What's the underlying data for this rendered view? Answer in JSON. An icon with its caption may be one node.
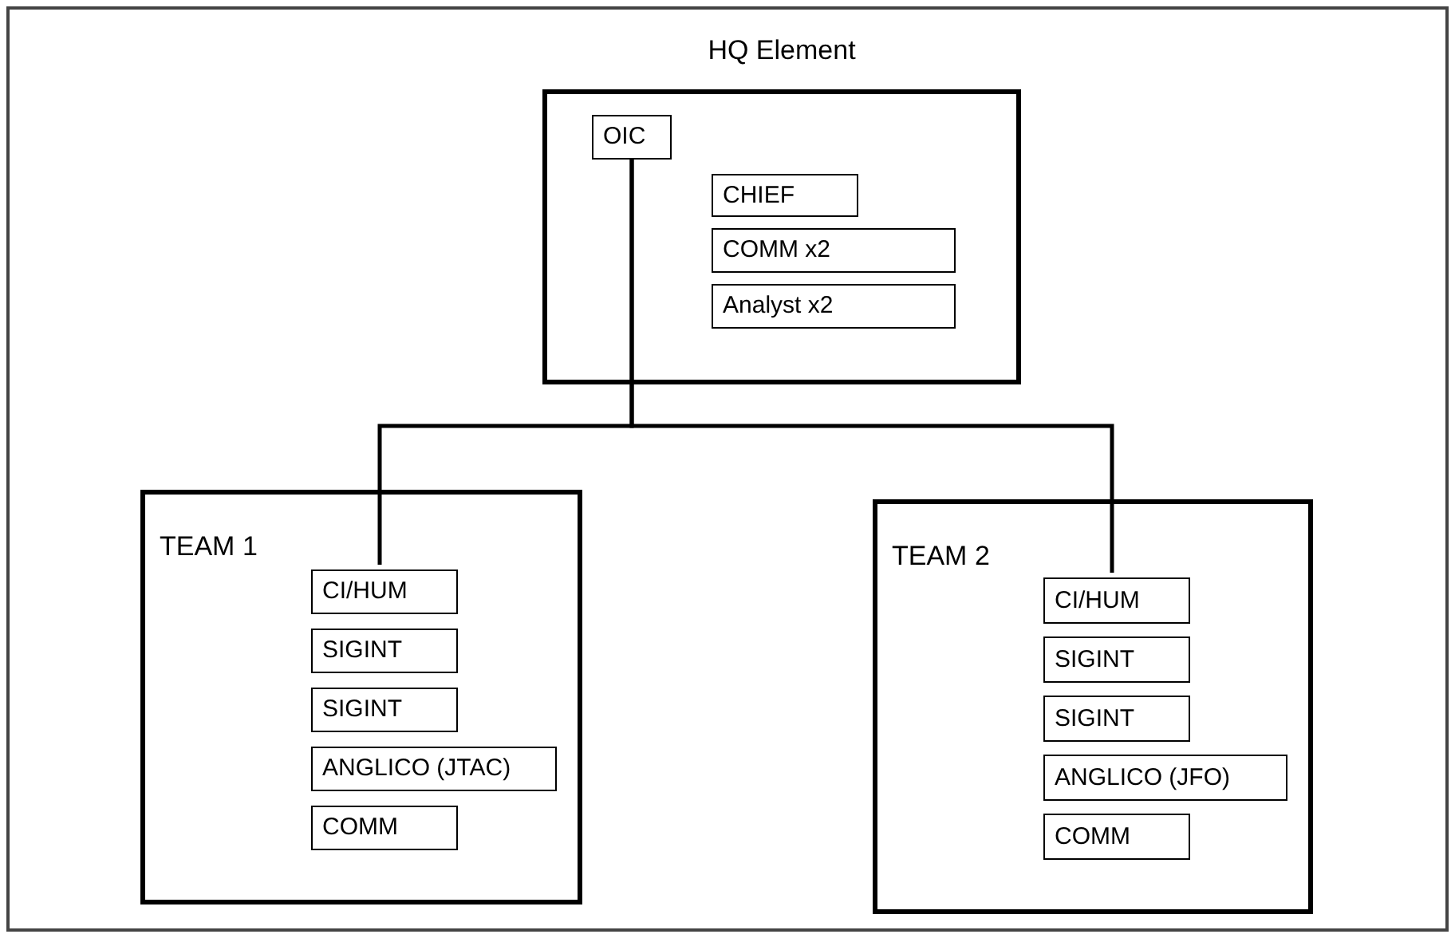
{
  "diagram": {
    "nodes": [
      {
        "text": [
          "HQ Element"
        ]
      },
      {
        "text": [
          "OIC"
        ],
        "in": 0
      },
      {
        "text": [
          "CHIEF"
        ],
        "in": 0
      },
      {
        "text": [
          "COMM x2"
        ],
        "in": 0
      },
      {
        "text": [
          "Analyst x2"
        ],
        "in": 0
      },
      {
        "text": [
          "TEAM 1"
        ]
      },
      {
        "text": [
          "CI/HUM"
        ],
        "in": 5
      },
      {
        "text": [
          "SIGINT"
        ],
        "in": 5
      },
      {
        "text": [
          "SIGINT"
        ],
        "in": 5
      },
      {
        "text": [
          "ANGLICO (JTAC)"
        ],
        "in": 5
      },
      {
        "text": [
          "COMM"
        ],
        "in": 5
      },
      {
        "text": [
          "TEAM 2"
        ]
      },
      {
        "text": [
          "CI/HUM"
        ],
        "in": 11
      },
      {
        "text": [
          "SIGINT"
        ],
        "in": 11
      },
      {
        "text": [
          "SIGINT"
        ],
        "in": 11
      },
      {
        "text": [
          "ANGLICO (JFO)"
        ],
        "in": 11
      },
      {
        "text": [
          "COMM"
        ],
        "in": 11
      }
    ],
    "edges": [
      {
        "from": 1,
        "to": 6,
        "arrow": "none"
      },
      {
        "from": 1,
        "to": 12,
        "arrow": "none"
      }
    ]
  }
}
